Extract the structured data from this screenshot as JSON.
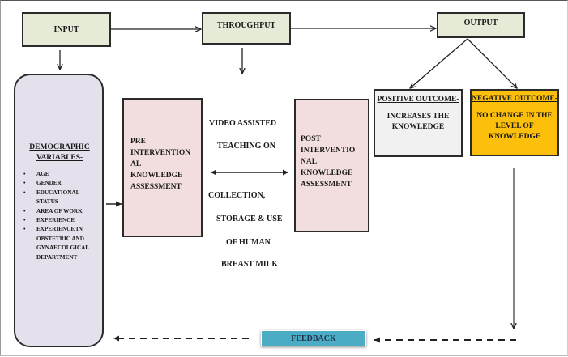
{
  "header": {
    "input_label": "INPUT",
    "throughput_label": "THROUGHPUT",
    "output_label": "OUTPUT"
  },
  "demographics": {
    "title": "DEMOGRAPHIC VARIABLES-",
    "items": [
      "AGE",
      "GENDER",
      "EDUCATIONAL STATUS",
      "AREA OF WORK",
      "EXPERIENCE",
      "EXPERIENCE IN OBSTETRIC AND GYNAECOLGICAL DEPARTMENT"
    ]
  },
  "pre_assessment": {
    "lines": [
      "PRE",
      "INTERVENTION",
      "AL",
      "KNOWLEDGE",
      "ASSESSMENT"
    ]
  },
  "intervention": {
    "lines": [
      "VIDEO ASSISTED",
      "TEACHING ON",
      "COLLECTION,",
      "STORAGE & USE",
      "OF HUMAN",
      "BREAST MILK"
    ]
  },
  "post_assessment": {
    "lines": [
      "POST",
      "INTERVENTIO",
      "NAL",
      "KNOWLEDGE",
      "ASSESSMENT"
    ]
  },
  "positive_outcome": {
    "title": "POSITIVE OUTCOME-",
    "text": "INCREASES THE KNOWLEDGE",
    "color": "#f1f1f1"
  },
  "negative_outcome": {
    "title": "NEGATIVE OUTCOME-",
    "text": "NO CHANGE IN THE LEVEL OF KNOWLEDGE",
    "color": "#fcbf0c"
  },
  "feedback": {
    "label": "FEEDBACK",
    "color": "#4bacc6"
  }
}
